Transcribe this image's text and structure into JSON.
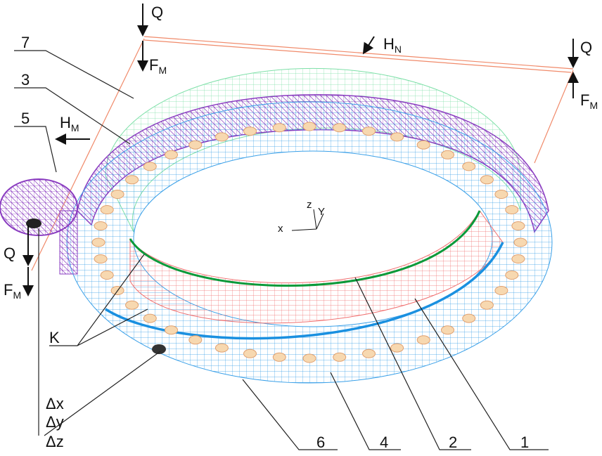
{
  "title": "Finite element model of slewing bearing with pinion and loads",
  "colors": {
    "frame": "#f08a6a",
    "gear": "#8a3cc0",
    "ring_outer": "#3aa0e8",
    "ring_inner_upper": "#7ee0a8",
    "ring_inner_lower": "#f07070",
    "green_line": "#0a9a3a",
    "blue_line": "#1a90e0",
    "bolt": "#f7d8b0"
  },
  "loads": {
    "q_top_left": "Q",
    "fm_top_left": "F",
    "fm_top_left_sub": "M",
    "hn": "H",
    "hn_sub": "N",
    "q_right": "Q",
    "fm_right": "F",
    "fm_right_sub": "M",
    "hm": "H",
    "hm_sub": "M",
    "q_pinion": "Q",
    "fm_pinion": "F",
    "fm_pinion_sub": "M"
  },
  "axes": {
    "x": "x",
    "y": "Y",
    "z": "z"
  },
  "labels": {
    "n7": "7",
    "n3": "3",
    "n5": "5",
    "k": "K",
    "dx": "Δx",
    "dy": "Δy",
    "dz": "Δz",
    "n6": "6",
    "n4": "4",
    "n2": "2",
    "n1": "1"
  }
}
